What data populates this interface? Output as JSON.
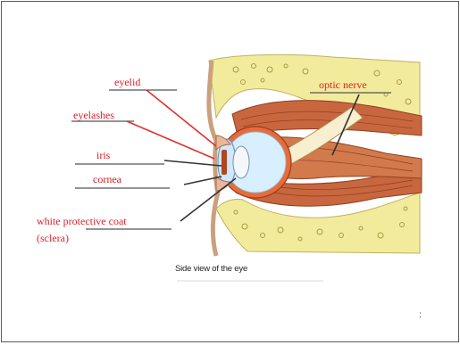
{
  "labels": {
    "eyelid": "eyelid",
    "eyelashes": "eyelashes",
    "iris": "iris",
    "cornea": "cornea",
    "sclera_line1": "white protective coat",
    "sclera_line2": "(sclera)",
    "optic_nerve": "optic nerve"
  },
  "caption": "Side view of the eye",
  "footer_mark": ":",
  "colors": {
    "label_red": "#e0202a",
    "pointer_red": "#e03030",
    "pointer_dark": "#333333",
    "bone_yellow": "#f3eb9c",
    "muscle_orange": "#c8673f",
    "skin": "#f2c9a8"
  }
}
